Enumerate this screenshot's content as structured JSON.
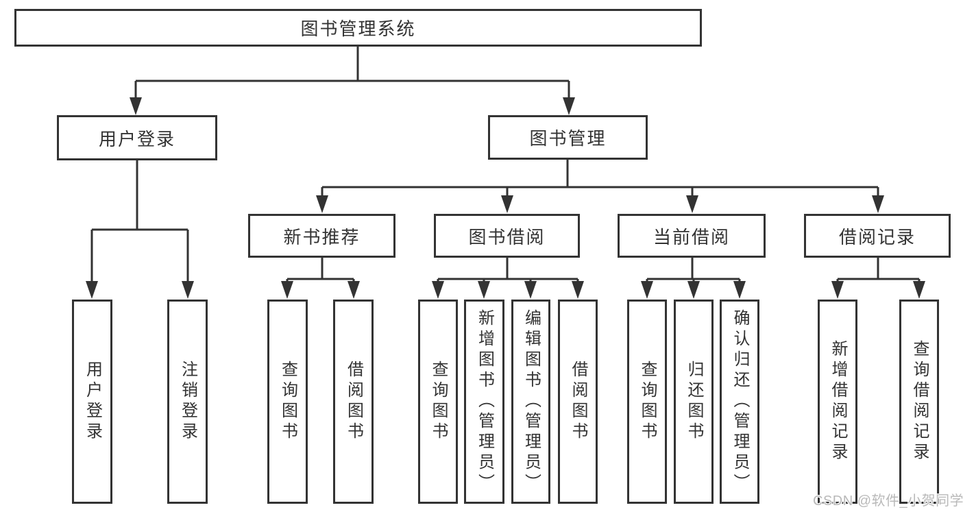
{
  "root": {
    "label": "图书管理系统"
  },
  "level2": [
    {
      "label": "用户登录",
      "children": [
        {
          "label": "用户登录"
        },
        {
          "label": "注销登录"
        }
      ]
    },
    {
      "label": "图书管理",
      "children": [
        {
          "label": "新书推荐",
          "children": [
            {
              "label": "查询图书"
            },
            {
              "label": "借阅图书"
            }
          ]
        },
        {
          "label": "图书借阅",
          "children": [
            {
              "label": "查询图书"
            },
            {
              "label": "新增图书（管理员）"
            },
            {
              "label": "编辑图书（管理员）"
            },
            {
              "label": "借阅图书"
            }
          ]
        },
        {
          "label": "当前借阅",
          "children": [
            {
              "label": "查询图书"
            },
            {
              "label": "归还图书"
            },
            {
              "label": "确认归还（管理员）"
            }
          ]
        },
        {
          "label": "借阅记录",
          "children": [
            {
              "label": "新增借阅记录"
            },
            {
              "label": "查询借阅记录"
            }
          ]
        }
      ]
    }
  ],
  "watermark": {
    "text": "CSDN @软件_小贺同学"
  },
  "colors": {
    "line": "#333333",
    "box_border": "#333333",
    "box_fill": "#ffffff",
    "text": "#333333",
    "watermark": "#b9b9b9",
    "background": "#ffffff"
  }
}
